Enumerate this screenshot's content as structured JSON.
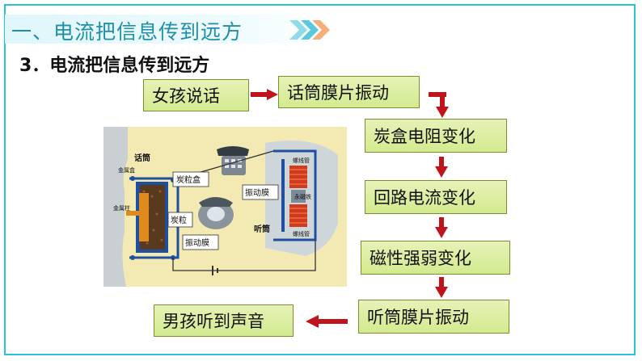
{
  "header": {
    "title": "一、电流把信息传到远方"
  },
  "section": {
    "title": "3．电流把信息传到远方"
  },
  "flow": {
    "girl_speaks": "女孩说话",
    "mic_diaphragm": "话筒膜片振动",
    "carbon_resistance": "炭盒电阻变化",
    "circuit_current": "回路电流变化",
    "magnetism": "磁性强弱变化",
    "receiver_diaphragm": "听筒膜片振动",
    "boy_hears": "男孩听到声音"
  },
  "illustration": {
    "microphone": "话筒",
    "metal_box": "金属盒",
    "carbon_box": "炭粒盒",
    "metal_post": "金属柱",
    "carbon_grains": "炭粒",
    "mic_diaphragm": "振动膜",
    "receiver": "听筒",
    "receiver_diaphragm": "振动膜",
    "solenoid_top": "螺线管",
    "permanent_magnet": "永磁铁",
    "solenoid_bottom": "螺线管"
  },
  "colors": {
    "accent": "#29c3d6",
    "arrow": "#c0141c",
    "box_fill": "#d8ec9c"
  }
}
